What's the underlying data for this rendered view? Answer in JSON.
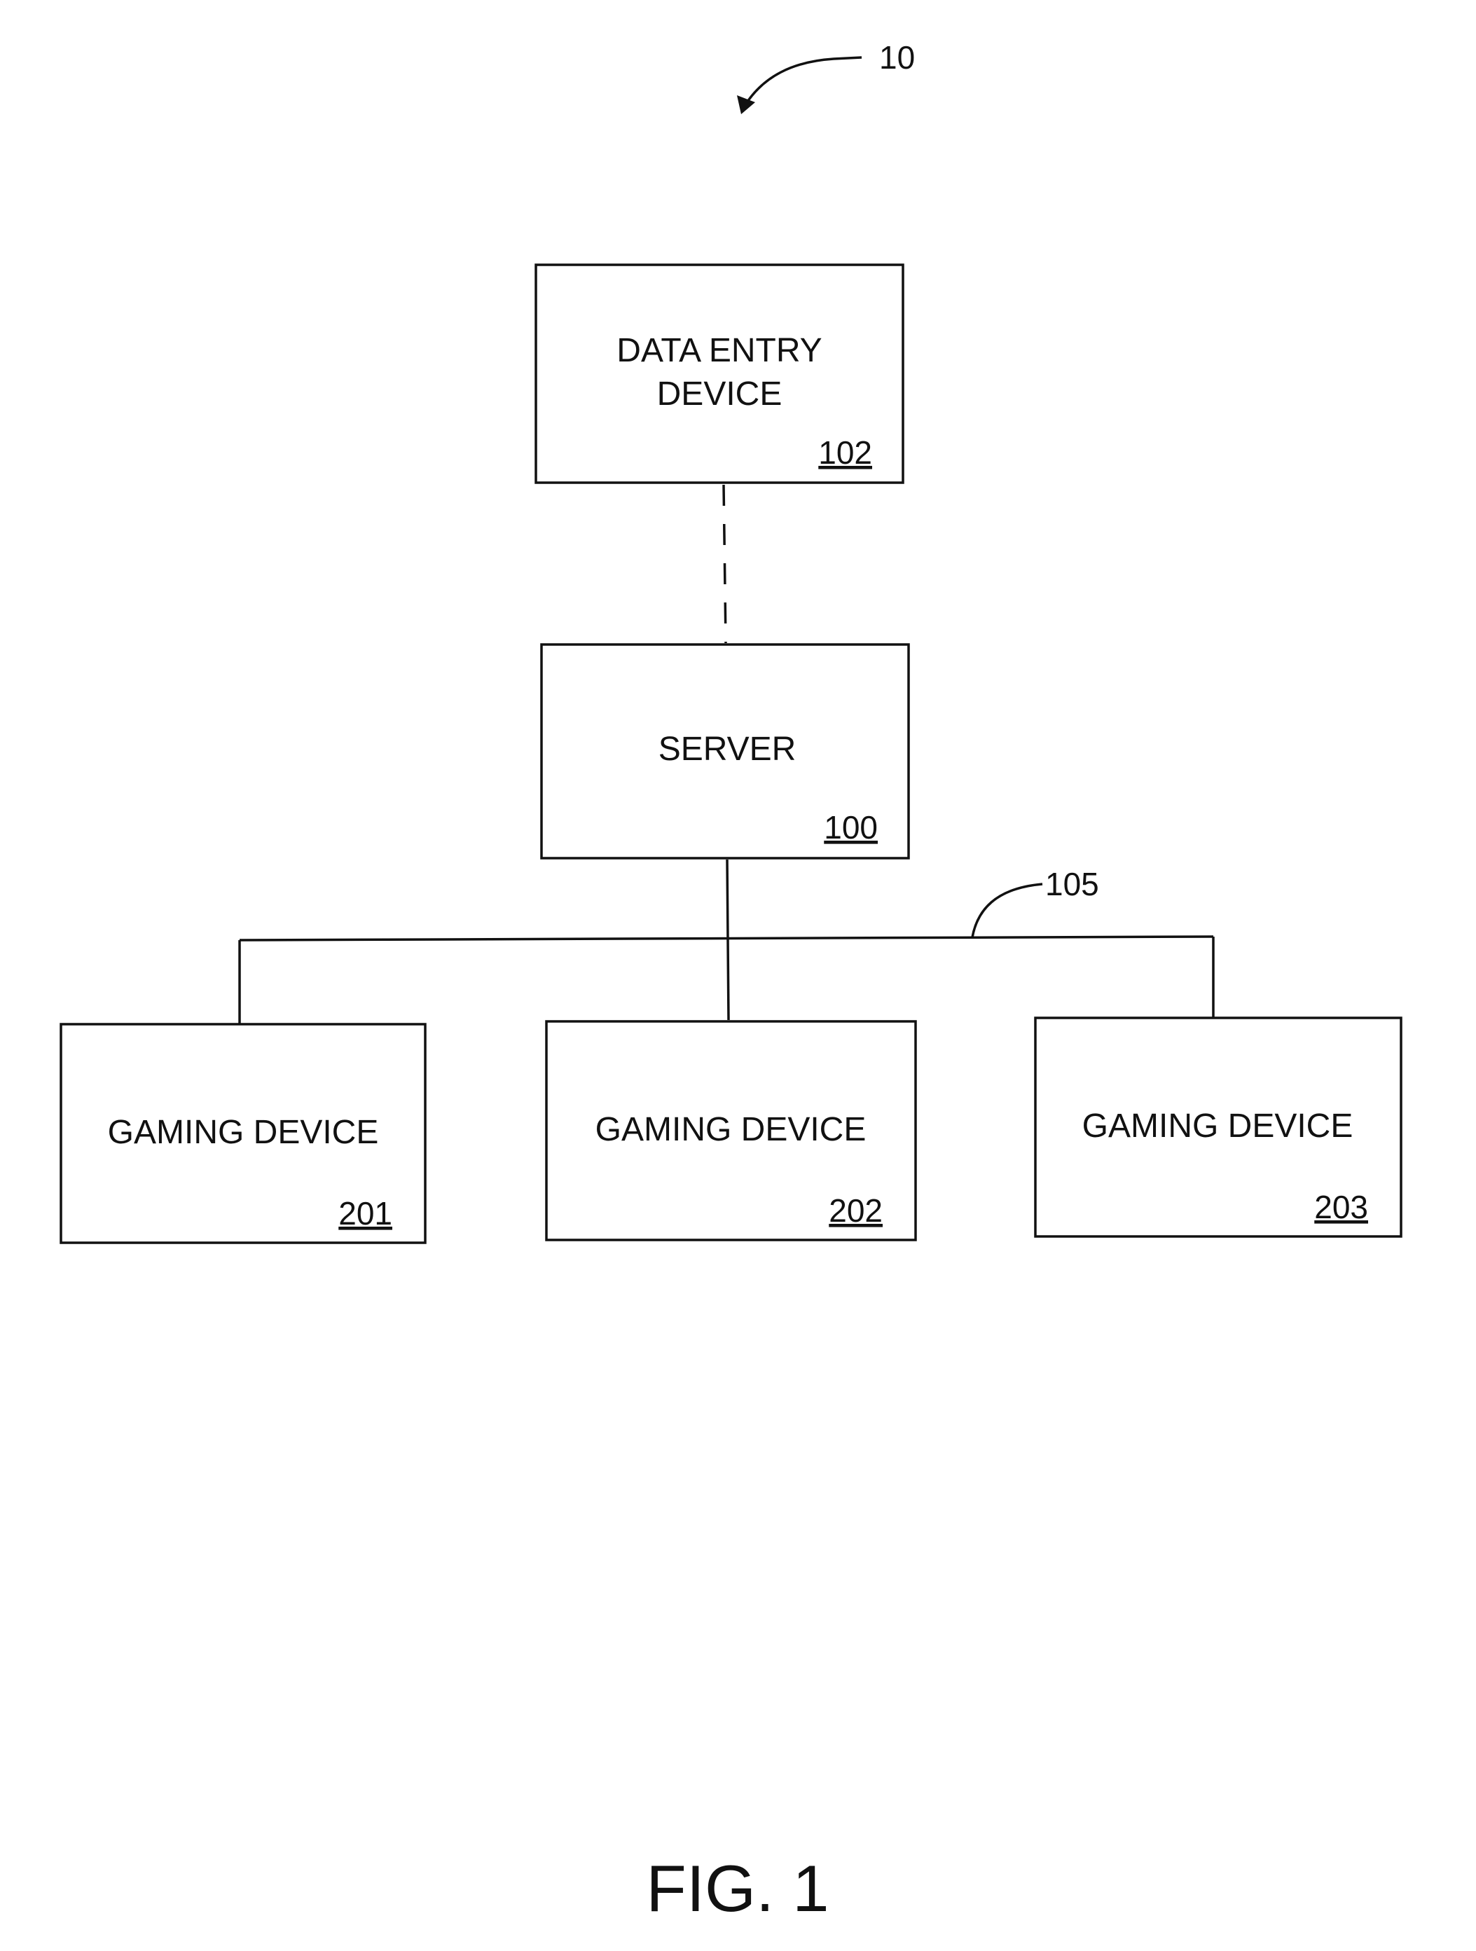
{
  "figure": {
    "system_ref": "10",
    "bus_ref": "105",
    "caption": "FIG. 1"
  },
  "nodes": {
    "data_entry": {
      "line1": "DATA ENTRY",
      "line2": "DEVICE",
      "ref": "102"
    },
    "server": {
      "label": "SERVER",
      "ref": "100"
    },
    "gaming_1": {
      "label": "GAMING DEVICE",
      "ref": "201"
    },
    "gaming_2": {
      "label": "GAMING DEVICE",
      "ref": "202"
    },
    "gaming_3": {
      "label": "GAMING DEVICE",
      "ref": "203"
    }
  },
  "colors": {
    "ink": "#111111",
    "paper": "#ffffff"
  }
}
